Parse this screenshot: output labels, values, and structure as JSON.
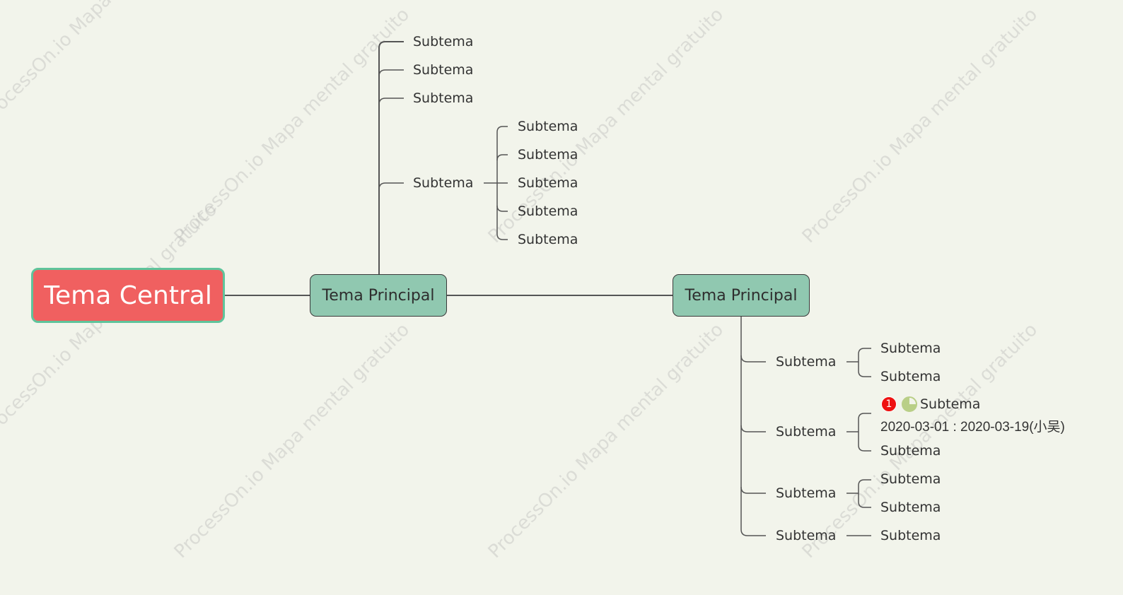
{
  "watermark": "ProcessOn.io Mapa mental gratuito",
  "central_topic": "Tema Central",
  "main_topics": [
    {
      "label": "Tema Principal",
      "subtopics": [
        {
          "label": "Subtema"
        },
        {
          "label": "Subtema"
        },
        {
          "label": "Subtema"
        },
        {
          "label": "Subtema",
          "children": [
            "Subtema",
            "Subtema",
            "Subtema",
            "Subtema",
            "Subtema"
          ]
        }
      ]
    },
    {
      "label": "Tema Principal",
      "subtopics": [
        {
          "label": "Subtema",
          "children": [
            "Subtema",
            "Subtema"
          ]
        },
        {
          "label": "Subtema",
          "children": [
            "Subtema",
            "Subtema"
          ],
          "task": {
            "priority": "1",
            "progress_fraction": 0.75,
            "dates": "2020-03-01 : 2020-03-19(小吴)"
          }
        },
        {
          "label": "Subtema",
          "children": [
            "Subtema",
            "Subtema"
          ]
        },
        {
          "label": "Subtema",
          "children": [
            "Subtema"
          ]
        }
      ]
    }
  ],
  "colors": {
    "background": "#f2f4eb",
    "central_fill": "#f06060",
    "central_border": "#5fc49b",
    "main_fill": "#90c8b0",
    "line": "#555555",
    "priority": "#ee1111",
    "progress": "#b9cf87"
  },
  "icons": {
    "priority": "priority-1-icon",
    "progress": "progress-pie-icon"
  }
}
